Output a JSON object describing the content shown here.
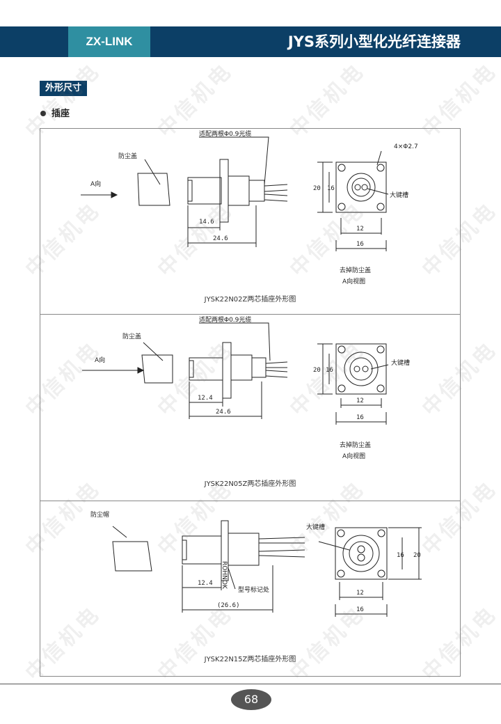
{
  "header": {
    "brand": "ZX-LINK",
    "title": "JYS系列小型化光纤连接器"
  },
  "section": {
    "label": "外形尺寸",
    "sub_label": "插座"
  },
  "watermark": "中信机电",
  "panels": [
    {
      "caption": "JYSK22N02Z两芯插座外形图",
      "labels": {
        "cable": "适配两根Φ0.9光缆",
        "dust_cap": "防尘盖",
        "direction": "A向",
        "holes": "4×Φ2.7",
        "key": "大键槽",
        "view1": "去掉防尘盖",
        "view2": "A向视图"
      },
      "dims": {
        "d1": "14.6",
        "d2": "24.6",
        "h1": "20",
        "h2": "16",
        "w1": "12",
        "w2": "16"
      }
    },
    {
      "caption": "JYSK22N05Z两芯插座外形图",
      "labels": {
        "cable": "适配两根Φ0.9光缆",
        "dust_cap": "防尘盖",
        "direction": "A向",
        "key": "大键槽",
        "view1": "去掉防尘盖",
        "view2": "A向视图"
      },
      "dims": {
        "d1": "12.4",
        "d2": "24.6",
        "h1": "20",
        "h2": "16",
        "w1": "12",
        "w2": "16"
      }
    },
    {
      "caption": "JYSK22N15Z两芯插座外形图",
      "labels": {
        "dust_cap": "防尘帽",
        "key": "大键槽",
        "model_mark": "型号标记处",
        "brand_mark": "ROHNOK"
      },
      "dims": {
        "d1": "12.4",
        "d2": "(26.6)",
        "h1": "16",
        "h2": "20",
        "w1": "12",
        "w2": "16"
      }
    }
  ],
  "footer": {
    "page": "68"
  }
}
